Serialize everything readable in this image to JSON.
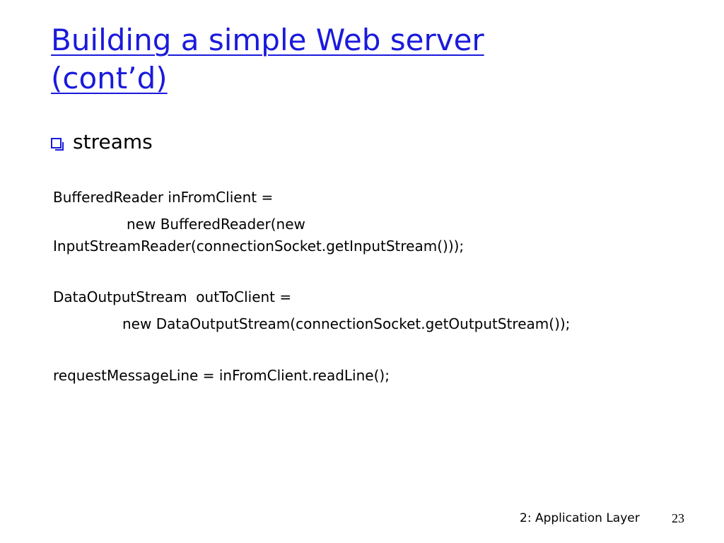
{
  "slide": {
    "title_line1": "Building a simple Web server",
    "title_line2": "(cont’d)",
    "bullet": "streams",
    "code": {
      "line1": "BufferedReader inFromClient =",
      "line2": "new BufferedReader(new",
      "line3": "InputStreamReader(connectionSocket.getInputStream()));",
      "line4": "DataOutputStream  outToClient =",
      "line5": "new DataOutputStream(connectionSocket.getOutputStream());",
      "line6": "requestMessageLine = inFromClient.readLine();"
    },
    "footer_label": "2: Application Layer",
    "page_number": "23"
  },
  "colors": {
    "title": "#1a1adc",
    "bullet_marker": "#1a1adc",
    "text": "#000000",
    "background": "#ffffff"
  },
  "icons": {
    "bullet": "square-bullet-icon"
  }
}
